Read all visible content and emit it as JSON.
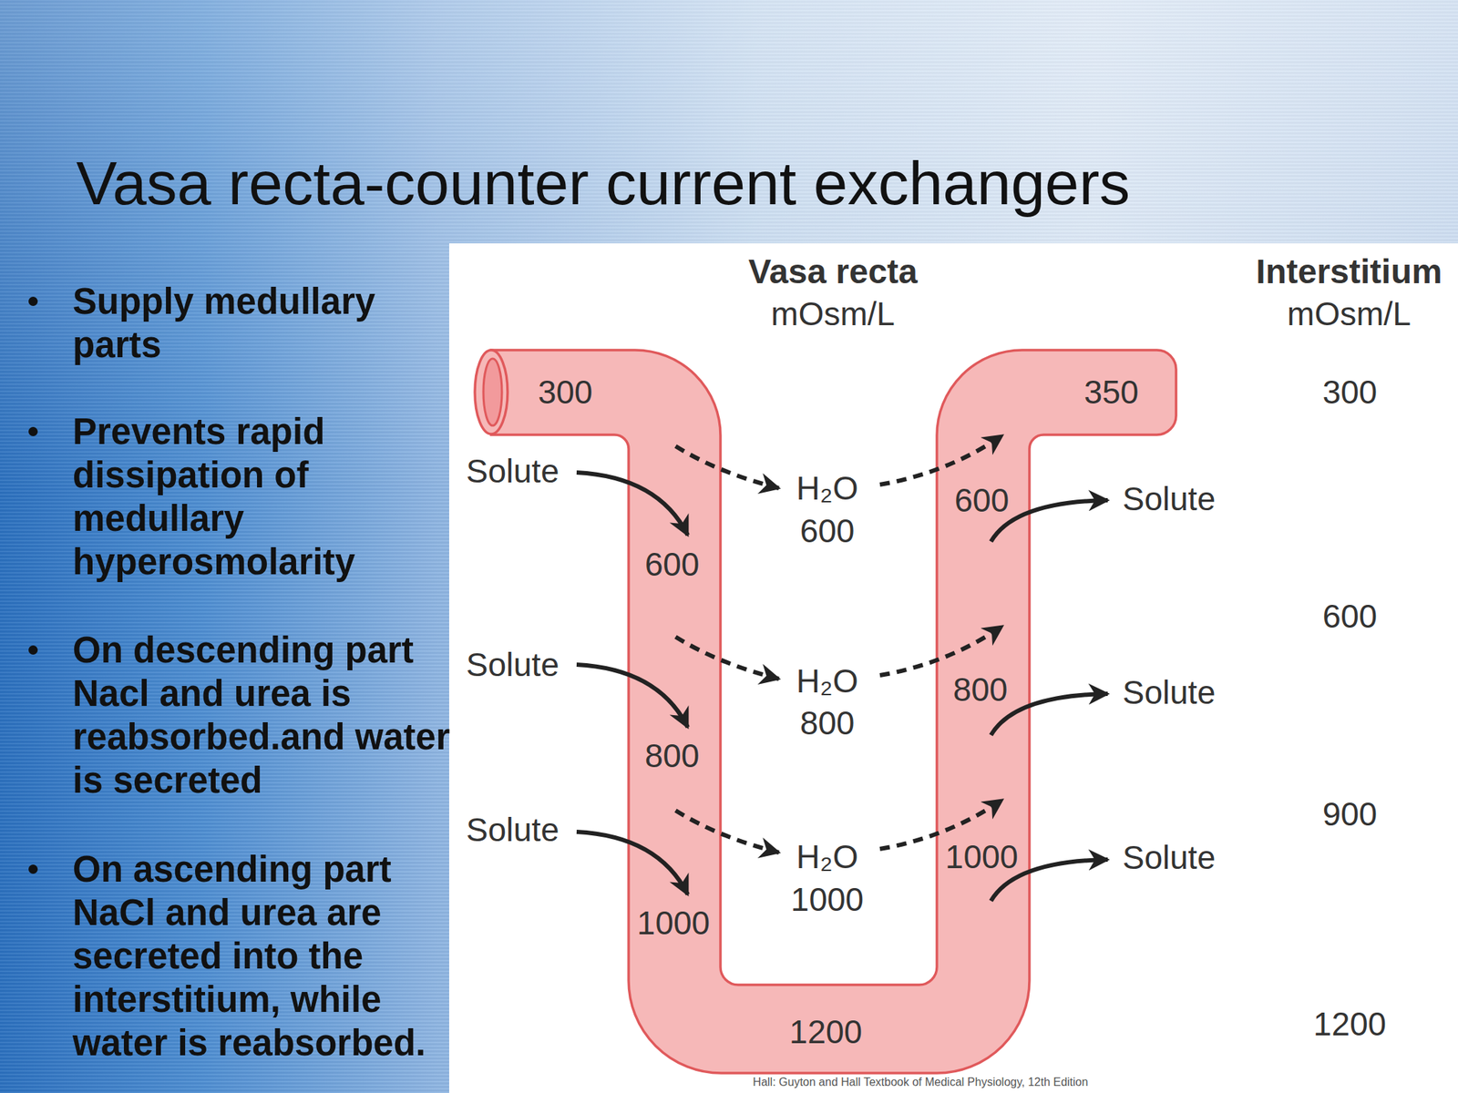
{
  "diagram": {
    "title": "Vasa recta-counter current exchangers",
    "caption": "Hall: Guyton and Hall Textbook of Medical Physiology, 12th Edition",
    "labels": [
      "Supply medullary parts",
      "Prevents rapid dissipation of medullary hyperosmolarity",
      "On descending part Nacl and urea is reabsorbed.and water is secreted",
      "On ascending part NaCl and urea are secreted into the interstitium, while water is reabsorbed.",
      "Vasa recta",
      "mOsm/L",
      "Interstitium",
      "mOsm/L",
      "300",
      "350",
      "300",
      "Solute",
      "H₂O",
      "600",
      "600",
      "Solute",
      "600",
      "600",
      "Solute",
      "H₂O",
      "800",
      "800",
      "Solute",
      "800",
      "900",
      "Solute",
      "H₂O",
      "1000",
      "1000",
      "Solute",
      "1000",
      "1200",
      "1200"
    ]
  }
}
